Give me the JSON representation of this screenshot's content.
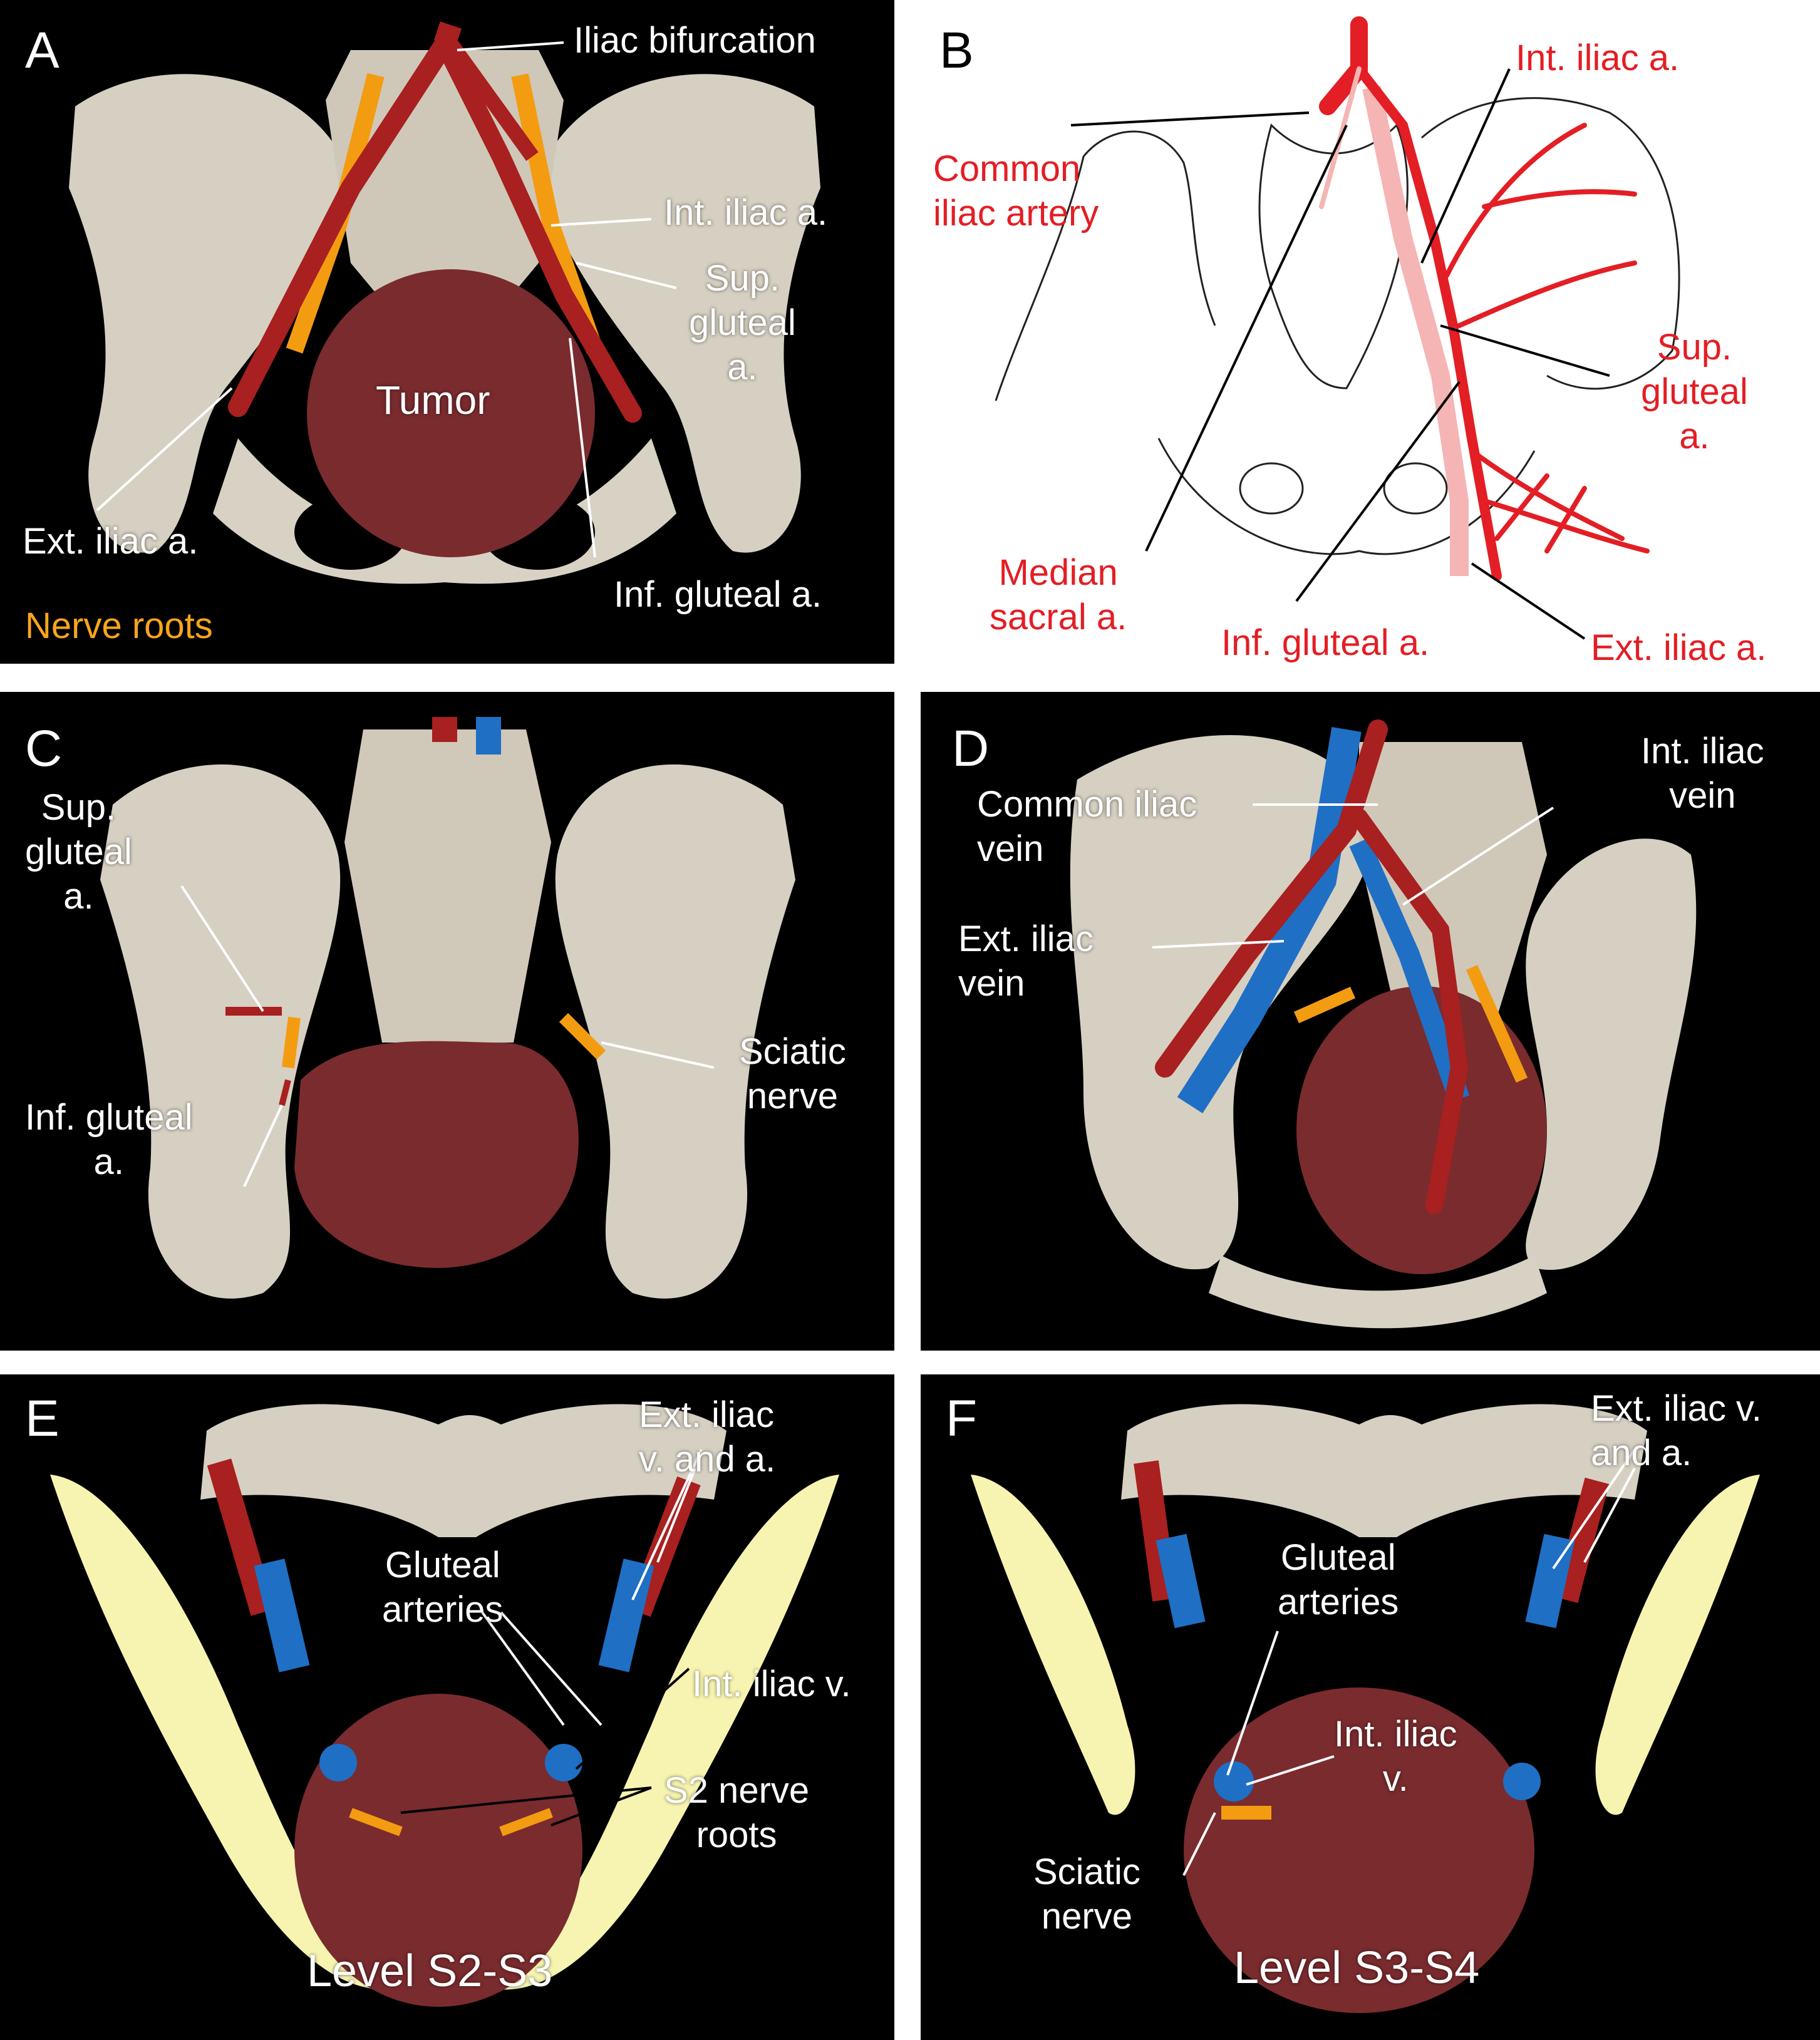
{
  "panels": {
    "A": {
      "letter": "A",
      "labels": {
        "iliac_bifurcation": "Iliac bifurcation",
        "int_iliac": "Int. iliac a.",
        "sup_gluteal": "Sup.\ngluteal\na.",
        "tumor": "Tumor",
        "ext_iliac": "Ext. iliac a.",
        "inf_gluteal": "Inf. gluteal a.",
        "nerve_roots": "Nerve roots"
      }
    },
    "B": {
      "letter": "B",
      "labels": {
        "common_iliac": "Common\niliac artery",
        "int_iliac": "Int. iliac a.",
        "sup_gluteal": "Sup.\ngluteal\na.",
        "median_sacral": "Median\nsacral a.",
        "inf_gluteal": "Inf. gluteal a.",
        "ext_iliac": "Ext. iliac a."
      }
    },
    "C": {
      "letter": "C",
      "labels": {
        "sup_gluteal": "Sup.\ngluteal\na.",
        "inf_gluteal": "Inf. gluteal\na.",
        "sciatic": "Sciatic\nnerve"
      }
    },
    "D": {
      "letter": "D",
      "labels": {
        "common_iliac_vein": "Common iliac\nvein",
        "int_iliac_vein": "Int. iliac\nvein",
        "ext_iliac_vein": "Ext. iliac\nvein"
      }
    },
    "E": {
      "letter": "E",
      "labels": {
        "ext_iliac": "Ext. iliac\nv. and a.",
        "gluteal_arteries": "Gluteal\narteries",
        "int_iliac_v": "Int. iliac v.",
        "s2_roots": "S2 nerve\nroots",
        "level": "Level S2-S3"
      }
    },
    "F": {
      "letter": "F",
      "labels": {
        "ext_iliac": "Ext. iliac v.\nand a.",
        "gluteal_arteries": "Gluteal\narteries",
        "int_iliac_v": "Int. iliac\nv.",
        "sciatic": "Sciatic\nnerve",
        "level": "Level S3-S4"
      }
    }
  },
  "colors": {
    "bone": "#d9d4c6",
    "artery": "#a8201f",
    "vein": "#1f6fc4",
    "nerve": "#f39c12",
    "tumor": "#7a2b2e",
    "label_red": "#e31e24",
    "cut_surface": "#f6f4b0"
  }
}
